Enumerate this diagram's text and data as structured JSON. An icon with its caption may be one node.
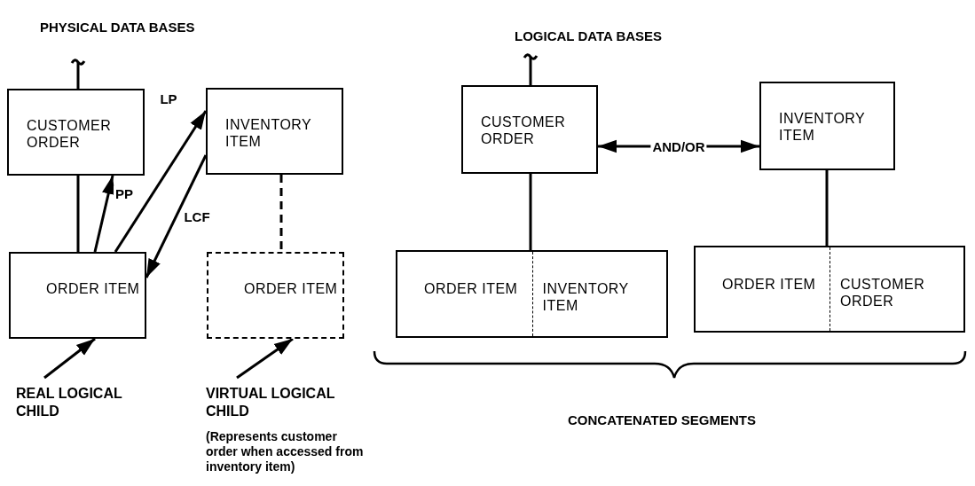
{
  "diagram": {
    "nodes": [
      {
        "text": [
          "CUSTOMER ORDER"
        ]
      },
      {
        "text": [
          "INVENTORY ITEM"
        ]
      },
      {
        "text": [
          "ORDER ITEM"
        ]
      },
      {
        "text": [
          "ORDER ITEM"
        ]
      },
      {
        "text": [
          "REAL LOGICAL CHILD"
        ]
      },
      {
        "text": [
          "VIRTUAL LOGICAL CHILD",
          "(Represents customer order when accessed from inventory item)"
        ]
      },
      {
        "text": [
          "CUSTOMER ORDER"
        ]
      },
      {
        "text": [
          "INVENTORY ITEM"
        ]
      },
      {
        "text": [
          "ORDER ITEM",
          "INVENTORY ITEM"
        ]
      },
      {
        "text": [
          "ORDER ITEM",
          "CUSTOMER ORDER"
        ]
      }
    ],
    "edges": [
      {
        "from": null,
        "to": 0,
        "arrow": "none"
      },
      {
        "from": 0,
        "to": 2,
        "arrow": "none"
      },
      {
        "from": 2,
        "to": 0,
        "arrow": "to",
        "label": "PP"
      },
      {
        "from": 2,
        "to": 1,
        "arrow": "to",
        "label": "LP"
      },
      {
        "from": 1,
        "to": 2,
        "arrow": "to",
        "label": "LCF"
      },
      {
        "from": 1,
        "to": 3,
        "arrow": "none",
        "style": "dashed"
      },
      {
        "from": 4,
        "to": 2,
        "arrow": "to"
      },
      {
        "from": 5,
        "to": 3,
        "arrow": "to"
      },
      {
        "from": null,
        "to": 6,
        "arrow": "none"
      },
      {
        "from": 6,
        "to": 7,
        "arrow": "both",
        "label": "AND/OR"
      },
      {
        "from": 6,
        "to": 8,
        "arrow": "none"
      },
      {
        "from": 7,
        "to": 9,
        "arrow": "none"
      }
    ],
    "labels": [
      "PHYSICAL DATA BASES",
      "LOGICAL DATA BASES",
      "CONCATENATED SEGMENTS"
    ]
  }
}
